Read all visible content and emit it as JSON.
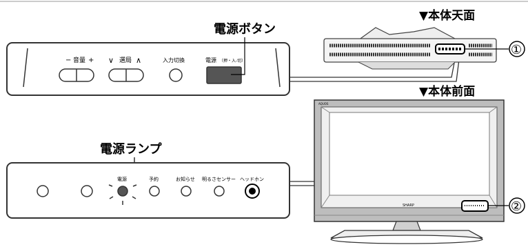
{
  "callouts": {
    "power_button": "電源ボタン",
    "power_lamp": "電源ランプ",
    "top_view": "▼本体天面",
    "front_view": "▼本体前面",
    "marker_1": "①",
    "marker_2": "②"
  },
  "top_panel": {
    "volume_minus": "−",
    "volume_label": "音量",
    "volume_plus": "+",
    "channel_down": "∨",
    "channel_label": "選局",
    "channel_up": "∧",
    "input_label": "入力切換",
    "power_label": "電源",
    "power_note": "（押・入-切）"
  },
  "front_panel": {
    "power_label": "電源",
    "reserve_label": "予約",
    "notice_label": "お知らせ",
    "brightness_label": "明るさセンサー",
    "headphone_label": "ヘッドホン"
  },
  "tv": {
    "brand_small": "AQUOS",
    "brand_bottom": "SHARP"
  },
  "colors": {
    "power_button_fill": "#555555",
    "panel_stroke": "#333333",
    "tv_gray": "#bdbdbd"
  }
}
